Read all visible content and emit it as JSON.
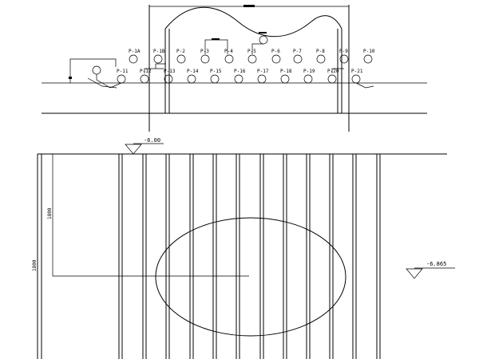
{
  "elevations": {
    "top": "-6.00",
    "right": "-6.865"
  },
  "dimensions": {
    "vertical_outer": "1800",
    "vertical_inner": "1800"
  },
  "upper_row_labels": [
    "P-1A",
    "P-1B",
    "P-2",
    "P-3",
    "P-4",
    "P-5",
    "P-6",
    "P-7",
    "P-8",
    "P-9",
    "P-10"
  ],
  "lower_row_labels": [
    "P-11",
    "P-12",
    "P-13",
    "P-14",
    "P-15",
    "P-16",
    "P-17",
    "P-18",
    "P-19",
    "P-20",
    "P-21"
  ]
}
